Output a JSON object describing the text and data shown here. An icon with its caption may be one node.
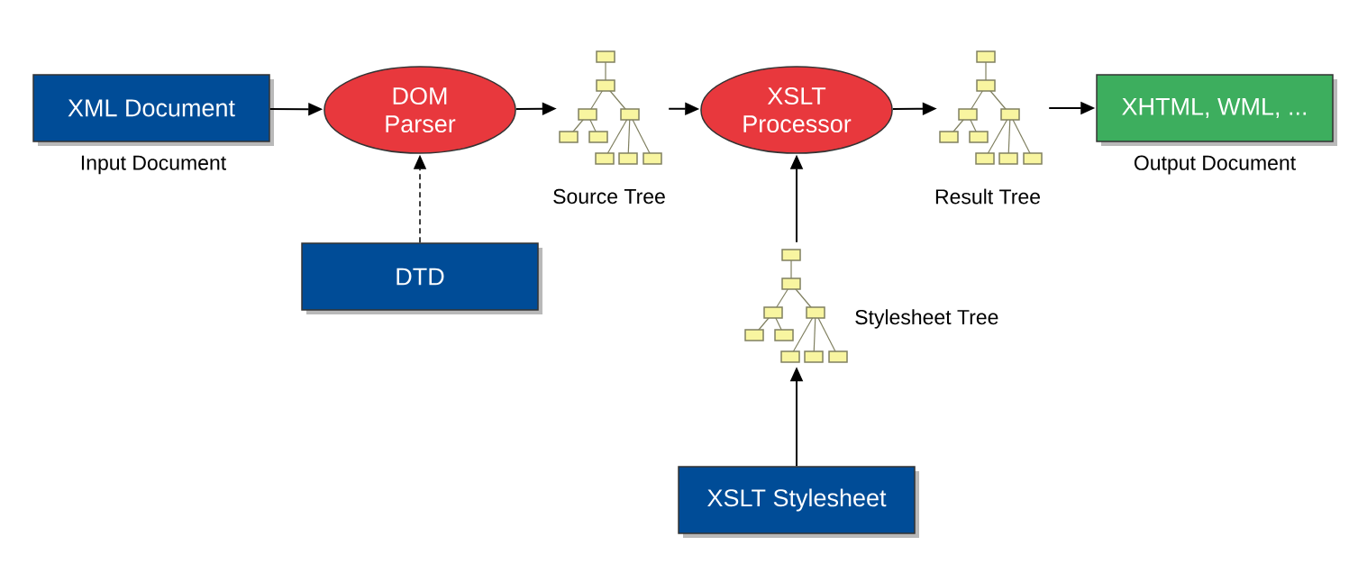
{
  "diagram": {
    "nodes": [
      {
        "text": [
          "XML Document"
        ],
        "beside": [
          "Input Document"
        ]
      },
      {
        "text": [
          "DOM Parser"
        ]
      },
      {
        "text": [],
        "shape": "tree",
        "beside": [
          "Source Tree"
        ]
      },
      {
        "text": [
          "XSLT Processor"
        ]
      },
      {
        "text": [],
        "shape": "tree",
        "beside": [
          "Result Tree"
        ]
      },
      {
        "text": [
          "XHTML, WML, ..."
        ],
        "beside": [
          "Output Document"
        ]
      },
      {
        "text": [
          "DTD"
        ]
      },
      {
        "text": [],
        "shape": "tree",
        "beside": [
          "Stylesheet Tree"
        ]
      },
      {
        "text": [
          "XSLT Stylesheet"
        ]
      }
    ],
    "edges": [
      {
        "from": 0,
        "to": 1,
        "arrow": "to"
      },
      {
        "from": 1,
        "to": 2,
        "arrow": "to"
      },
      {
        "from": 2,
        "to": 3,
        "arrow": "to"
      },
      {
        "from": 3,
        "to": 4,
        "arrow": "to"
      },
      {
        "from": 4,
        "to": 5,
        "arrow": "to"
      },
      {
        "from": 6,
        "to": 1,
        "arrow": "to",
        "style": "dashed"
      },
      {
        "from": 7,
        "to": 3,
        "arrow": "to"
      },
      {
        "from": 8,
        "to": 7,
        "arrow": "to"
      }
    ]
  }
}
